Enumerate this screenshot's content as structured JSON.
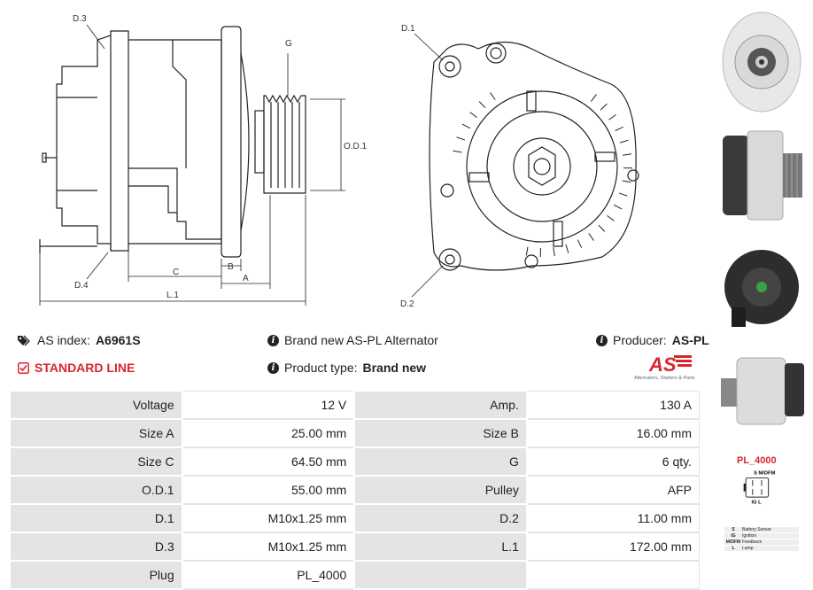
{
  "diagram_labels": {
    "d3": "D.3",
    "d4": "D.4",
    "g": "G",
    "od1": "O.D.1",
    "b": "B",
    "c": "C",
    "a": "A",
    "l1": "L.1",
    "d1": "D.1",
    "d2": "D.2"
  },
  "info": {
    "as_index_label": "AS index:",
    "as_index_value": "A6961S",
    "brand_text": "Brand new AS-PL Alternator",
    "producer_label": "Producer:",
    "producer_value": "AS-PL",
    "line": "STANDARD LINE",
    "product_type_label": "Product type:",
    "product_type_value": "Brand new"
  },
  "logo": {
    "mark": "AS",
    "tagline": "Alternators, Starters & Parts"
  },
  "specs": [
    {
      "k1": "Voltage",
      "v1": "12 V",
      "k2": "Amp.",
      "v2": "130 A"
    },
    {
      "k1": "Size A",
      "v1": "25.00 mm",
      "k2": "Size B",
      "v2": "16.00 mm"
    },
    {
      "k1": "Size C",
      "v1": "64.50 mm",
      "k2": "G",
      "v2": "6 qty."
    },
    {
      "k1": "O.D.1",
      "v1": "55.00 mm",
      "k2": "Pulley",
      "v2": "AFP"
    },
    {
      "k1": "D.1",
      "v1": "M10x1.25 mm",
      "k2": "D.2",
      "v2": "11.00 mm"
    },
    {
      "k1": "D.3",
      "v1": "M10x1.25 mm",
      "k2": "L.1",
      "v2": "172.00 mm"
    },
    {
      "k1": "Plug",
      "v1": "PL_4000",
      "k2": "",
      "v2": ""
    }
  ],
  "plug": {
    "title": "PL_4000",
    "top_pins": "S  M/DFM",
    "bottom_pins": "IG  L",
    "legend": [
      {
        "a": "S",
        "b": "Battery Sensor"
      },
      {
        "a": "IG",
        "b": "Ignition"
      },
      {
        "a": "M/DFM",
        "b": "Feedback"
      },
      {
        "a": "L",
        "b": "Lamp"
      }
    ]
  }
}
